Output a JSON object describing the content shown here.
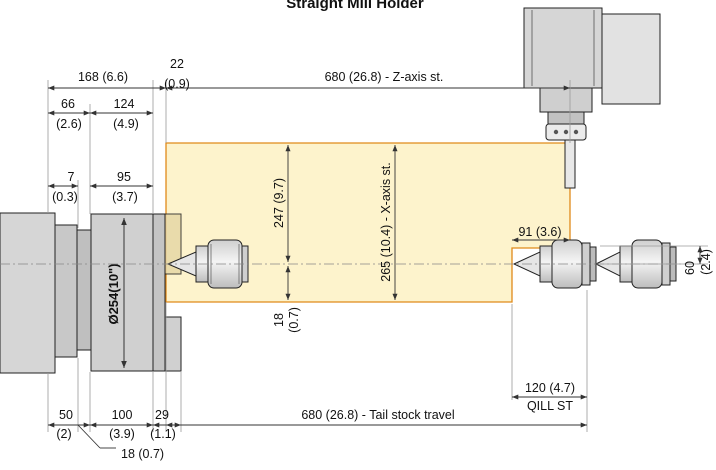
{
  "title": "Straight Mill Holder",
  "colors": {
    "work_area_fill": "#fdf3cc",
    "work_area_stroke": "#e08a1a",
    "machine_fill": "#d4d4d4",
    "machine_stroke": "#222222",
    "dimension_line": "#333333",
    "extension_line": "#9a9a9a"
  },
  "dimensions": {
    "d_168": "168 (6.6)",
    "d_22_a": "22",
    "d_22_b": "(0.9)",
    "d_680_z": "680 (26.8) - Z-axis st.",
    "d_66_a": "66",
    "d_66_b": "(2.6)",
    "d_124_a": "124",
    "d_124_b": "(4.9)",
    "d_7_a": "7",
    "d_7_b": "(0.3)",
    "d_95_a": "95",
    "d_95_b": "(3.7)",
    "d_247": "247 (9.7)",
    "d_265": "265 (10.4) - X-axis st.",
    "d_254": "Ø254(10\")",
    "d_91": "91 (3.6)",
    "d_60_a": "60",
    "d_60_b": "(2.4)",
    "d_18_a": "18",
    "d_18_b": "(0.7)",
    "d_120": "120 (4.7)",
    "d_qill": "QILL ST",
    "d_50_a": "50",
    "d_50_b": "(2)",
    "d_100_a": "100",
    "d_100_b": "(3.9)",
    "d_29_a": "29",
    "d_29_b": "(1.1)",
    "d_680_tail": "680 (26.8) - Tail stock travel",
    "d_18_bottom": "18 (0.7)"
  }
}
